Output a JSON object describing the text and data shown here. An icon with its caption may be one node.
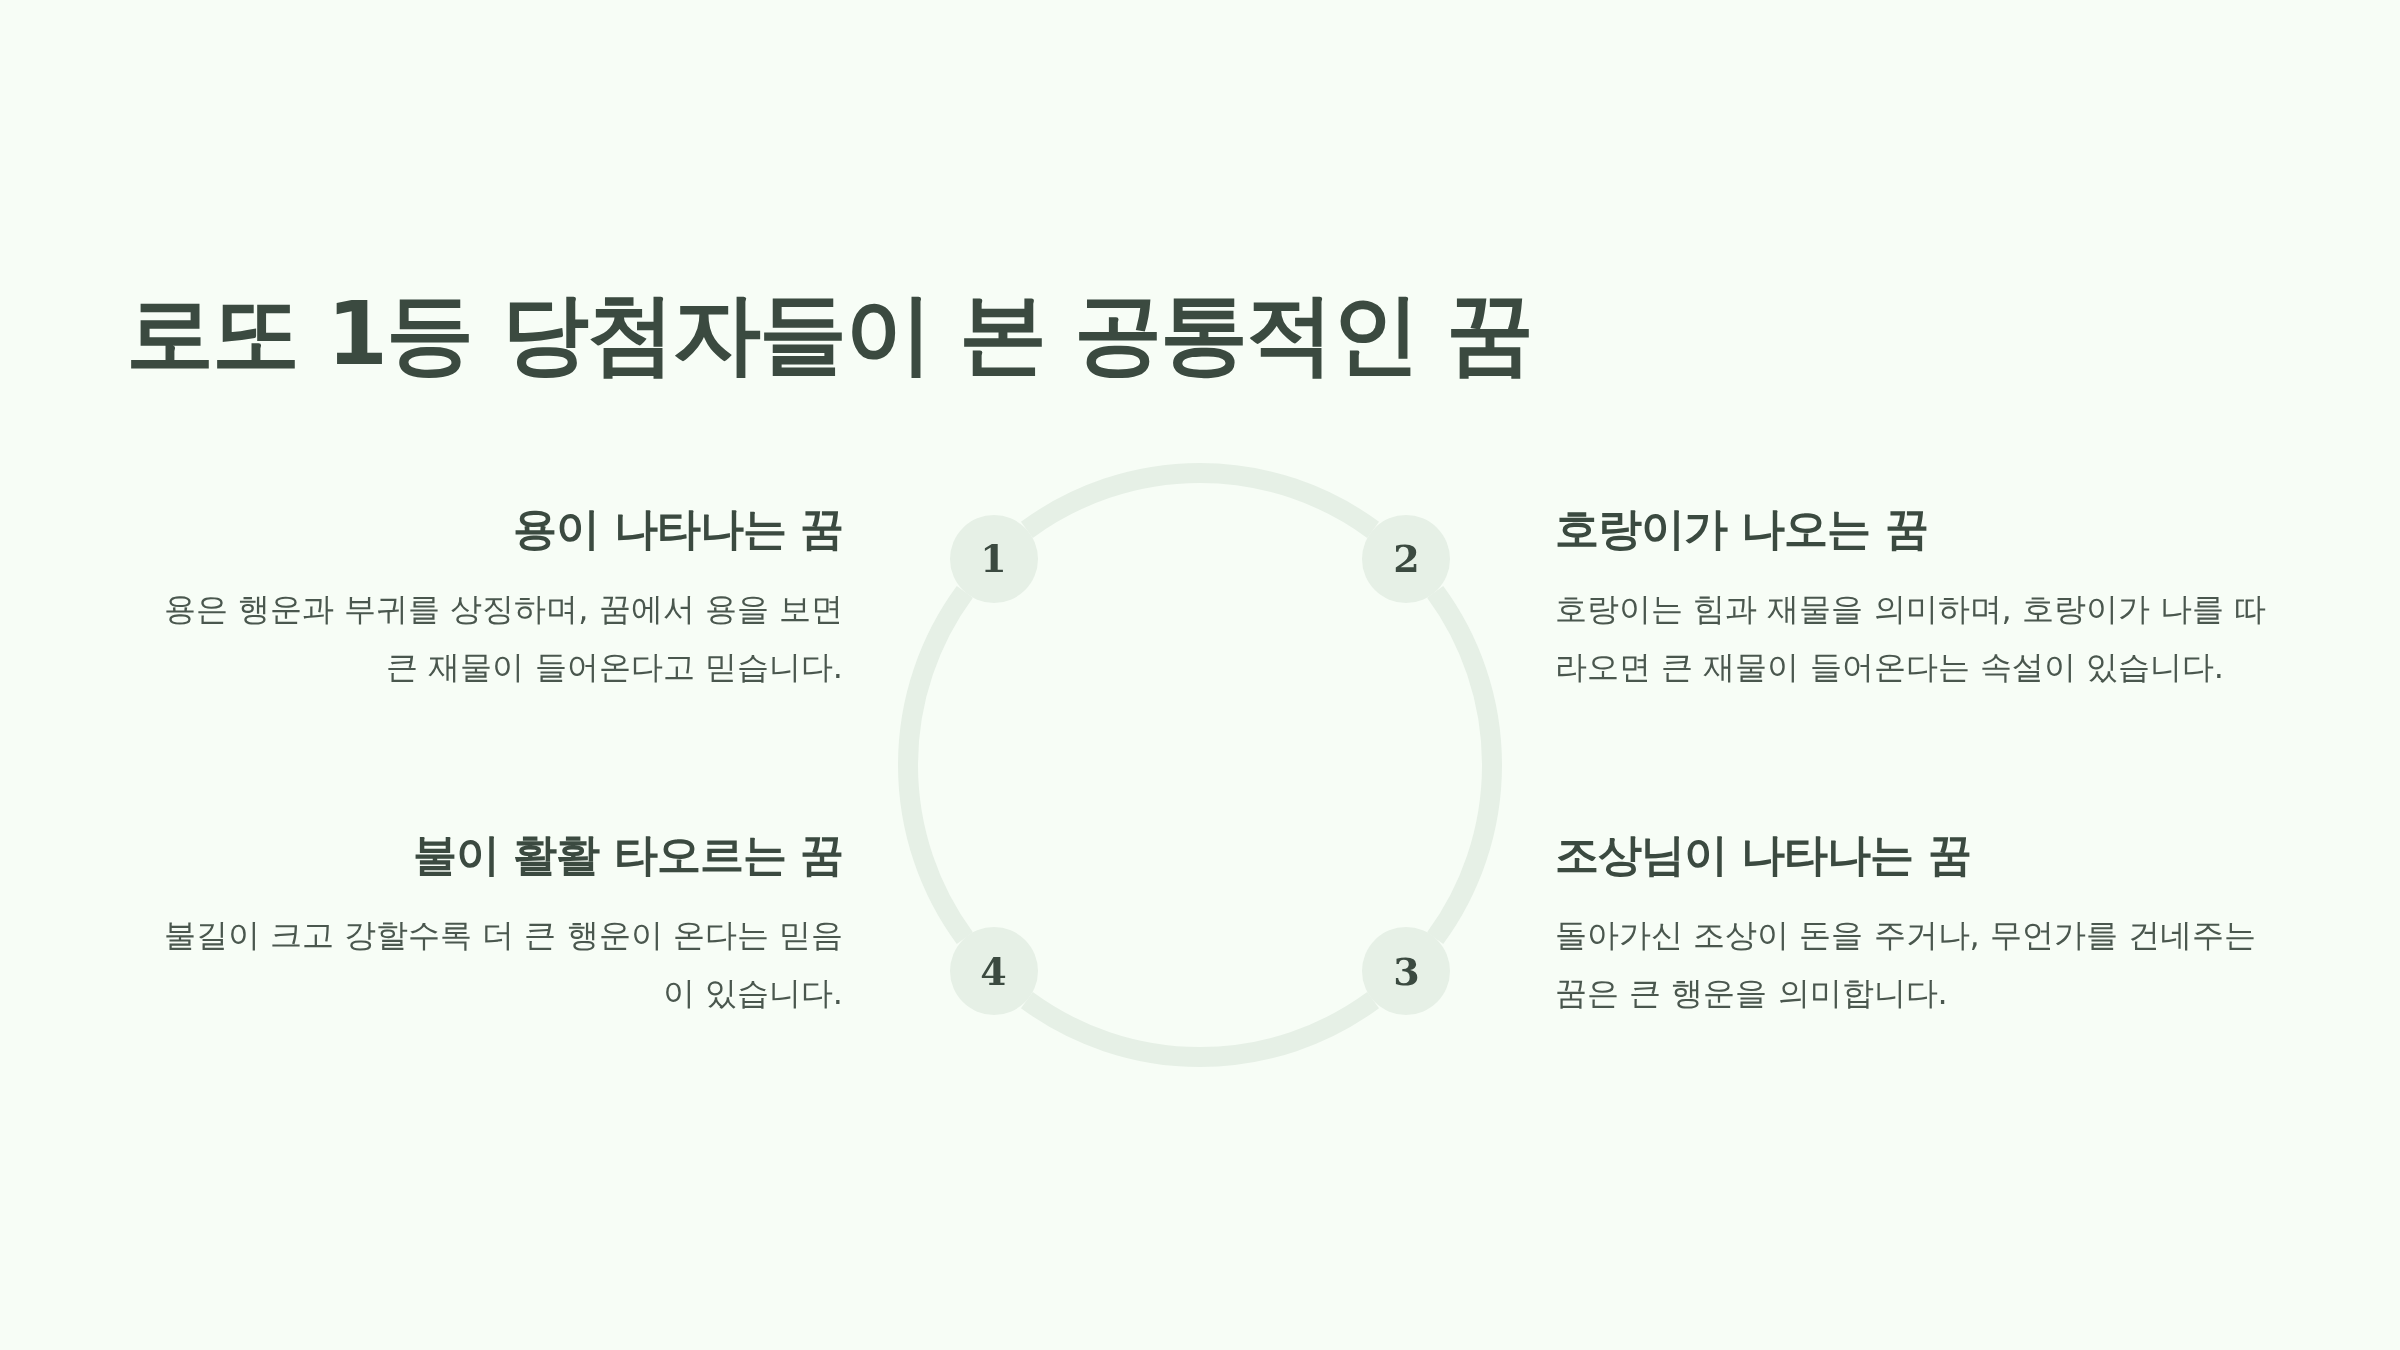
{
  "diagram": {
    "title": "로또 1등 당첨자들이 본 공통적인 꿈",
    "nodes": [
      {
        "text": [
          "1"
        ],
        "beside": [
          "용이 나타나는 꿈",
          "용은 행운과 부귀를 상징하며, 꿈에서 용을 보면 큰 재물이 들어온다고 믿습니다."
        ]
      },
      {
        "text": [
          "2"
        ],
        "beside": [
          "호랑이가 나오는 꿈",
          "호랑이는 힘과 재물을 의미하며, 호랑이가 나를 따라오면 큰 재물이 들어온다는 속설이 있습니다."
        ]
      },
      {
        "text": [
          "3"
        ],
        "beside": [
          "조상님이 나타나는 꿈",
          "돌아가신 조상이 돈을 주거나, 무언가를 건네주는 꿈은 큰 행운을 의미합니다."
        ]
      },
      {
        "text": [
          "4"
        ],
        "beside": [
          "불이 활활 타오르는 꿈",
          "불길이 크고 강할수록 더 큰 행운이 온다는 믿음이 있습니다."
        ]
      }
    ],
    "edges": [
      {
        "from": 0,
        "to": 1,
        "arrow": "none"
      },
      {
        "from": 1,
        "to": 2,
        "arrow": "none"
      },
      {
        "from": 2,
        "to": 3,
        "arrow": "none"
      },
      {
        "from": 3,
        "to": 0,
        "arrow": "none"
      }
    ]
  }
}
